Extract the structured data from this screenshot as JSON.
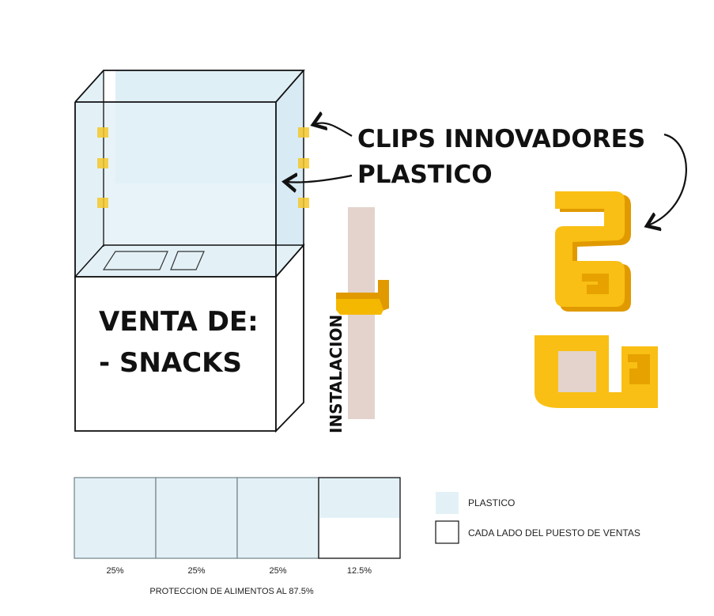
{
  "callouts": {
    "clips": "CLIPS INNOVADORES",
    "plastic": "PLASTICO"
  },
  "stand": {
    "sign_line1": "VENTA DE:",
    "sign_line2": "- SNACKS"
  },
  "installation_label": "INSTALACION",
  "coverage_bar": {
    "segments": [
      {
        "label": "25%",
        "fill_fraction": 1.0
      },
      {
        "label": "25%",
        "fill_fraction": 1.0
      },
      {
        "label": "25%",
        "fill_fraction": 1.0
      },
      {
        "label": "12.5%",
        "fill_fraction": 0.5
      }
    ],
    "caption": "PROTECCION DE ALIMENTOS AL 87.5%"
  },
  "legend": [
    {
      "label": "PLASTICO",
      "swatch": "#e3f1f7"
    },
    {
      "label": "CADA LADO DEL PUESTO DE VENTAS",
      "swatch": "#ffffff"
    }
  ],
  "colors": {
    "plastic": "#e3f1f7",
    "clip": "#f5b800",
    "clip_shadow": "#e09a00",
    "pole": "#e3d3cc",
    "outline": "#111111"
  }
}
